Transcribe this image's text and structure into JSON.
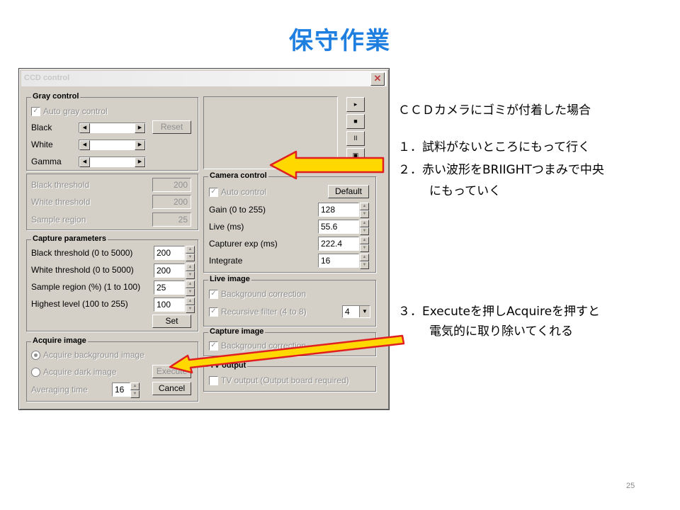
{
  "slide": {
    "title": "保守作業",
    "page_number": "25",
    "notes": {
      "heading": "ＣＣＤカメラにゴミが付着した場合",
      "step1": "１．試料がないところにもって行く",
      "step2_line1": "２．赤い波形をBRIIGHTつまみで中央",
      "step2_line2": "にもっていく",
      "step3_line1": "３．Executeを押しAcquireを押すと",
      "step3_line2": "電気的に取り除いてくれる"
    }
  },
  "dialog": {
    "title": "CCD control",
    "close_icon": "close-icon",
    "gray_control": {
      "label": "Gray control",
      "auto_gray": "Auto gray control",
      "black": "Black",
      "white": "White",
      "gamma": "Gamma",
      "reset": "Reset"
    },
    "thresholds": {
      "black_threshold": "Black threshold",
      "black_value": "200",
      "white_threshold": "White threshold",
      "white_value": "200",
      "sample_region": "Sample region",
      "sample_value": "25"
    },
    "capture_params": {
      "label": "Capture parameters",
      "black_threshold": "Black threshold (0 to 5000)",
      "black_value": "200",
      "white_threshold": "White threshold (0 to 5000)",
      "white_value": "200",
      "sample_region": "Sample region (%) (1 to 100)",
      "sample_value": "25",
      "highest_level": "Highest level (100 to 255)",
      "highest_value": "100",
      "set": "Set"
    },
    "acquire_image": {
      "label": "Acquire image",
      "background": "Acquire background image",
      "dark": "Acquire dark image",
      "averaging_time": "Averaging time",
      "averaging_value": "16",
      "execute": "Execute",
      "cancel": "Cancel"
    },
    "camera_control": {
      "label": "Camera control",
      "auto_control": "Auto control",
      "default": "Default",
      "gain": "Gain (0 to 255)",
      "gain_value": "128",
      "live": "Live (ms)",
      "live_value": "55.6",
      "capturer_exp": "Capturer exp (ms)",
      "capturer_value": "222.4",
      "integrate": "Integrate",
      "integrate_value": "16"
    },
    "live_image": {
      "label": "Live image",
      "background_correction": "Background correction",
      "recursive_filter": "Recursive filter (4 to 8)",
      "recursive_value": "4"
    },
    "capture_image": {
      "label": "Capture image",
      "background_correction": "Background correction"
    },
    "tv_output": {
      "label": "TV output",
      "option": "TV output (Output board required)"
    },
    "toolbar": {
      "play": "▸",
      "stop": "■",
      "pause": "II",
      "save": "▣"
    }
  },
  "annotations": {
    "arrow_color": "#ffd800",
    "arrow_outline": "#e02020"
  }
}
